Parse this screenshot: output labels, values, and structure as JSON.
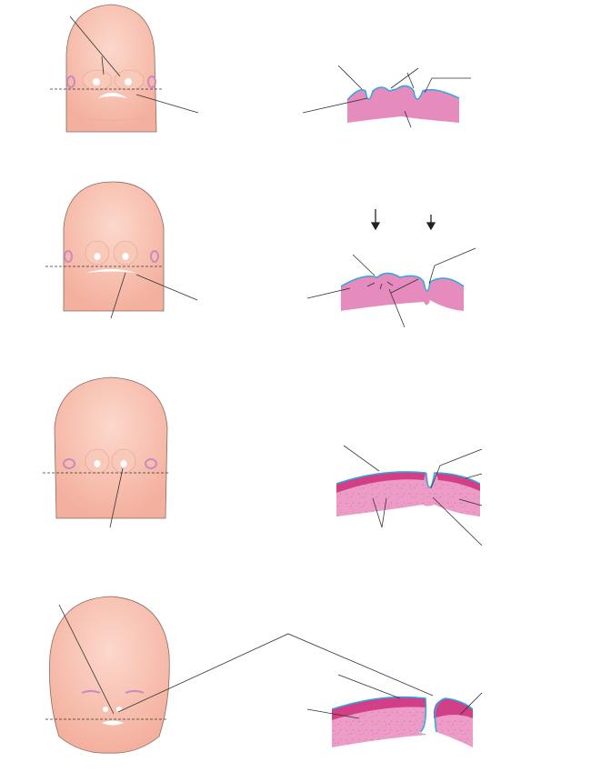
{
  "colors": {
    "skin": "#f7bfae",
    "skin_light": "#fbd6ca",
    "skin_outline": "#8a6a60",
    "tissue": "#e58bbd",
    "mesenchyme": "#ee9ac4",
    "epithelium_dark": "#d23f86",
    "ectoderm_line": "#2aa8e0",
    "leader_line": "#333333",
    "eye": "#c98ac0"
  },
  "panels": [
    {
      "stage": 1,
      "arrows": 0
    },
    {
      "stage": 2,
      "arrows": 2
    },
    {
      "stage": 3,
      "arrows": 0
    },
    {
      "stage": 4,
      "arrows": 0
    }
  ]
}
